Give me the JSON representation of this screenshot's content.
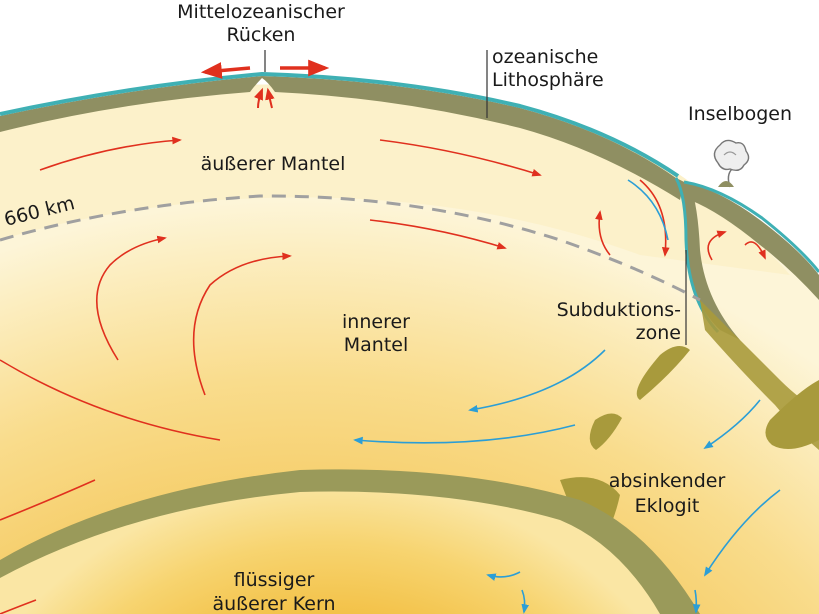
{
  "labels": {
    "ridge_line1": "Mittelozeanischer",
    "ridge_line2": "Rücken",
    "lithosphere_line1": "ozeanische",
    "lithosphere_line2": "Lithosphäre",
    "island_arc": "Inselbogen",
    "outer_mantle": "äußerer Mantel",
    "depth_660": "660 km",
    "inner_mantle_line1": "innerer",
    "inner_mantle_line2": "Mantel",
    "subduction_line1": "Subduktions-",
    "subduction_line2": "zone",
    "eclogite_line1": "absinkender",
    "eclogite_line2": "Eklogit",
    "core_line1": "flüssiger",
    "core_line2": "äußerer Kern"
  },
  "colors": {
    "ocean_crust": "#3fb0b4",
    "lithosphere": "#8f8f62",
    "outer_mantle": "#fbf0c6",
    "inner_mantle": "#f6cf6a",
    "core": "#f3c24e",
    "eclogite": "#a89a3c",
    "hot_arrow": "#e0301e",
    "cold_arrow": "#2b9ed6",
    "boundary_dash": "#a0a0a0"
  }
}
